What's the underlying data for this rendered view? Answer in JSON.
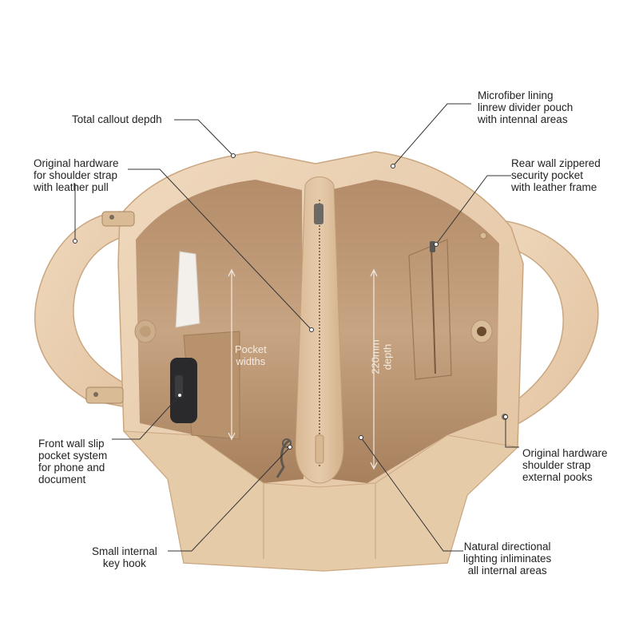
{
  "callouts": {
    "total_depth": {
      "lines": [
        "Total callout depdh"
      ]
    },
    "microfiber": {
      "lines": [
        "Microfiber lining",
        "linrew divider pouch",
        "with intennal areas"
      ]
    },
    "hardware_left": {
      "lines": [
        "Original hardware",
        "for shoulder strap",
        "with leather pull"
      ]
    },
    "rear_wall": {
      "lines": [
        "Rear wall zippered",
        "security pocket",
        "with leather frame"
      ]
    },
    "front_wall": {
      "lines": [
        "Front wall slip",
        "pocket system",
        "for phone and",
        "document"
      ]
    },
    "hardware_right": {
      "lines": [
        "Original hardware",
        "shoulder strap",
        "external pooks"
      ]
    },
    "key_hook": {
      "lines": [
        "Small internal",
        "key hook"
      ]
    },
    "lighting": {
      "lines": [
        "Natural directional",
        "lighting inliminates",
        "all internal areas"
      ]
    }
  },
  "measurements": {
    "pocket_widths": {
      "lines": [
        "Pocket",
        "widths"
      ]
    },
    "depth": {
      "lines": [
        "220mm",
        "depth"
      ]
    }
  },
  "colors": {
    "leather": "#e9cfb0",
    "leather_dark": "#d9b893",
    "lining": "#c9a684",
    "lining_shadow": "#a9835f",
    "line": "#333333"
  }
}
